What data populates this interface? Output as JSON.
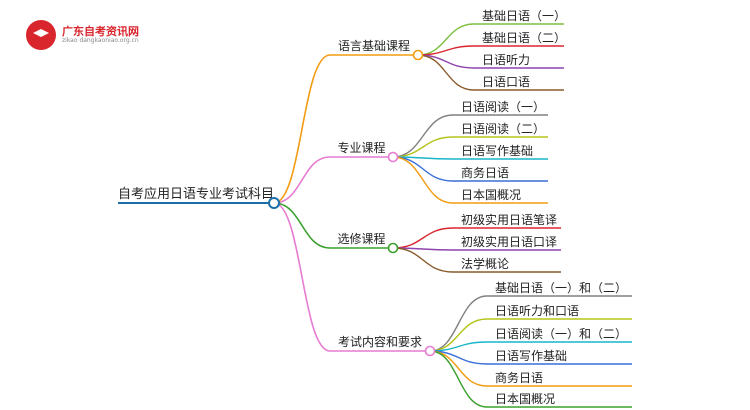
{
  "logo": {
    "title": "广东自考资讯网",
    "subtitle": "zikao dangkaoniao.org.cn"
  },
  "root": {
    "label": "自考应用日语专业考试科目",
    "color": "#1b6fa8"
  },
  "branches": [
    {
      "label": "语言基础课程",
      "color": "#f39c12",
      "children": [
        {
          "label": "基础日语（一）",
          "color": "#7fbf3f"
        },
        {
          "label": "基础日语（二）",
          "color": "#d9262d"
        },
        {
          "label": "日语听力",
          "color": "#8e44ad"
        },
        {
          "label": "日语口语",
          "color": "#8b5a2b"
        }
      ]
    },
    {
      "label": "专业课程",
      "color": "#e67bd1",
      "children": [
        {
          "label": "日语阅读（一）",
          "color": "#808080"
        },
        {
          "label": "日语阅读（二）",
          "color": "#b5c31a"
        },
        {
          "label": "日语写作基础",
          "color": "#17b6c8"
        },
        {
          "label": "商务日语",
          "color": "#3a6fd8"
        },
        {
          "label": "日本国概况",
          "color": "#f39c12"
        }
      ]
    },
    {
      "label": "选修课程",
      "color": "#3aa02e",
      "children": [
        {
          "label": "初级实用日语笔译",
          "color": "#d9262d"
        },
        {
          "label": "初级实用日语口译",
          "color": "#8e44ad"
        },
        {
          "label": "法学概论",
          "color": "#8b5a2b"
        }
      ]
    },
    {
      "label": "考试内容和要求",
      "color": "#e67bd1",
      "children": [
        {
          "label": "基础日语（一）和（二）",
          "color": "#808080"
        },
        {
          "label": "日语听力和口语",
          "color": "#b5c31a"
        },
        {
          "label": "日语阅读（一）和（二）",
          "color": "#17b6c8"
        },
        {
          "label": "日语写作基础",
          "color": "#3a6fd8"
        },
        {
          "label": "商务日语",
          "color": "#f39c12"
        },
        {
          "label": "日本国概况",
          "color": "#3aa02e"
        }
      ]
    }
  ]
}
